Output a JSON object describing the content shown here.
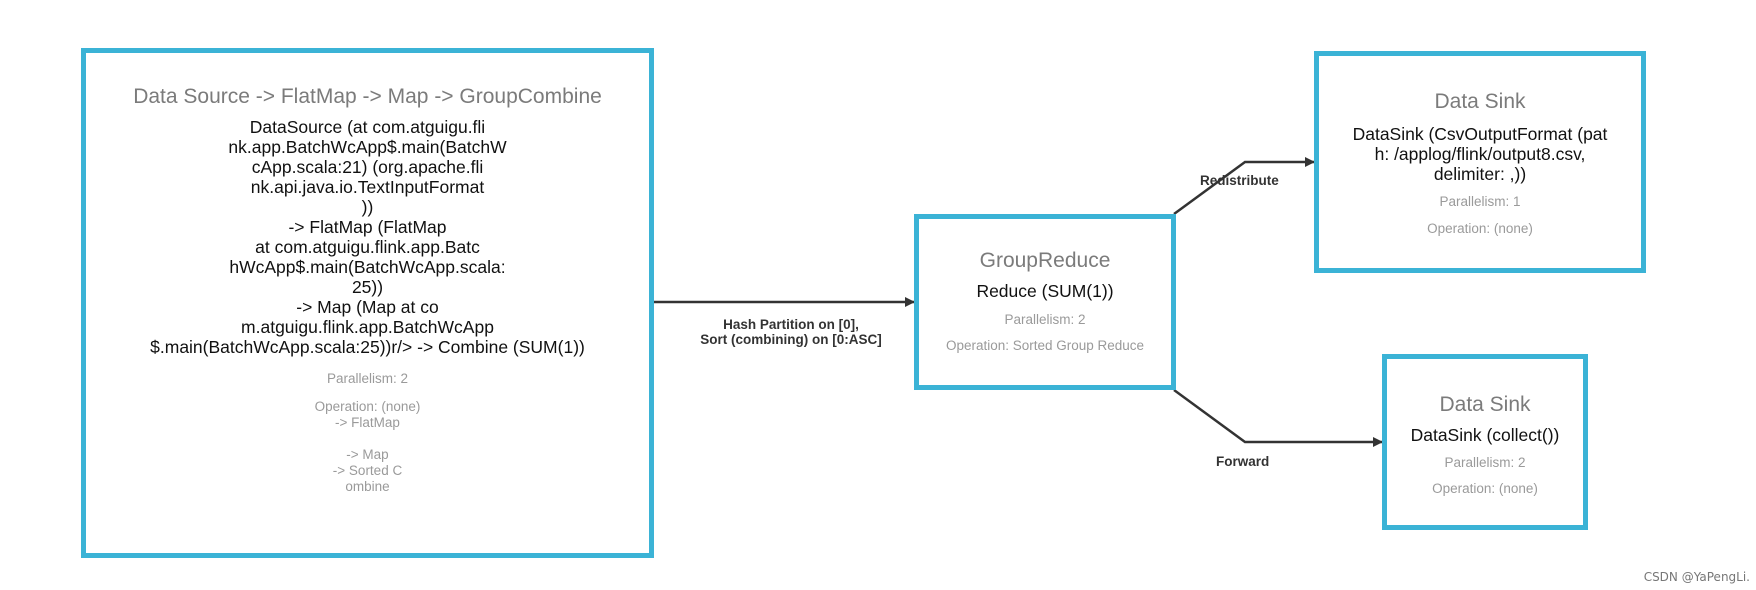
{
  "nodes": {
    "source": {
      "title": "Data Source -> FlatMap -> Map -> GroupCombine",
      "description_lines": [
        "DataSource (at com.atguigu.fli",
        "nk.app.BatchWcApp$.main(BatchW",
        "cApp.scala:21) (org.apache.fli",
        "nk.api.java.io.TextInputFormat",
        "))",
        "-> FlatMap (FlatMap",
        "at com.atguigu.flink.app.Batc",
        "hWcApp$.main(BatchWcApp.scala:",
        "25))",
        "-> Map (Map at co",
        "m.atguigu.flink.app.BatchWcApp",
        "$.main(BatchWcApp.scala:25))r/> -> Combine (SUM(1))"
      ],
      "parallelism": "Parallelism: 2",
      "operation_lines": [
        "Operation: (none)",
        "-> FlatMap",
        "",
        "-> Map",
        "-> Sorted C",
        "ombine"
      ]
    },
    "reduce": {
      "title": "GroupReduce",
      "description_lines": [
        "Reduce (SUM(1))"
      ],
      "parallelism": "Parallelism: 2",
      "operation_lines": [
        "Operation: Sorted Group Reduce"
      ]
    },
    "sink_csv": {
      "title": "Data Sink",
      "description_lines": [
        "DataSink (CsvOutputFormat (pat",
        "h: /applog/flink/output8.csv,",
        "delimiter: ,))"
      ],
      "parallelism": "Parallelism: 1",
      "operation_lines": [
        "Operation: (none)"
      ]
    },
    "sink_collect": {
      "title": "Data Sink",
      "description_lines": [
        "DataSink (collect())"
      ],
      "parallelism": "Parallelism: 2",
      "operation_lines": [
        "Operation: (none)"
      ]
    }
  },
  "edges": {
    "hash_partition": {
      "label_lines": [
        "Hash Partition on [0],",
        "Sort (combining) on [0:ASC]"
      ]
    },
    "redistribute": {
      "label_lines": [
        "Redistribute"
      ]
    },
    "forward": {
      "label_lines": [
        "Forward"
      ]
    }
  },
  "colors": {
    "node_border": "#3bb3d6",
    "edge": "#333333"
  },
  "watermark": "CSDN @YaPengLi."
}
